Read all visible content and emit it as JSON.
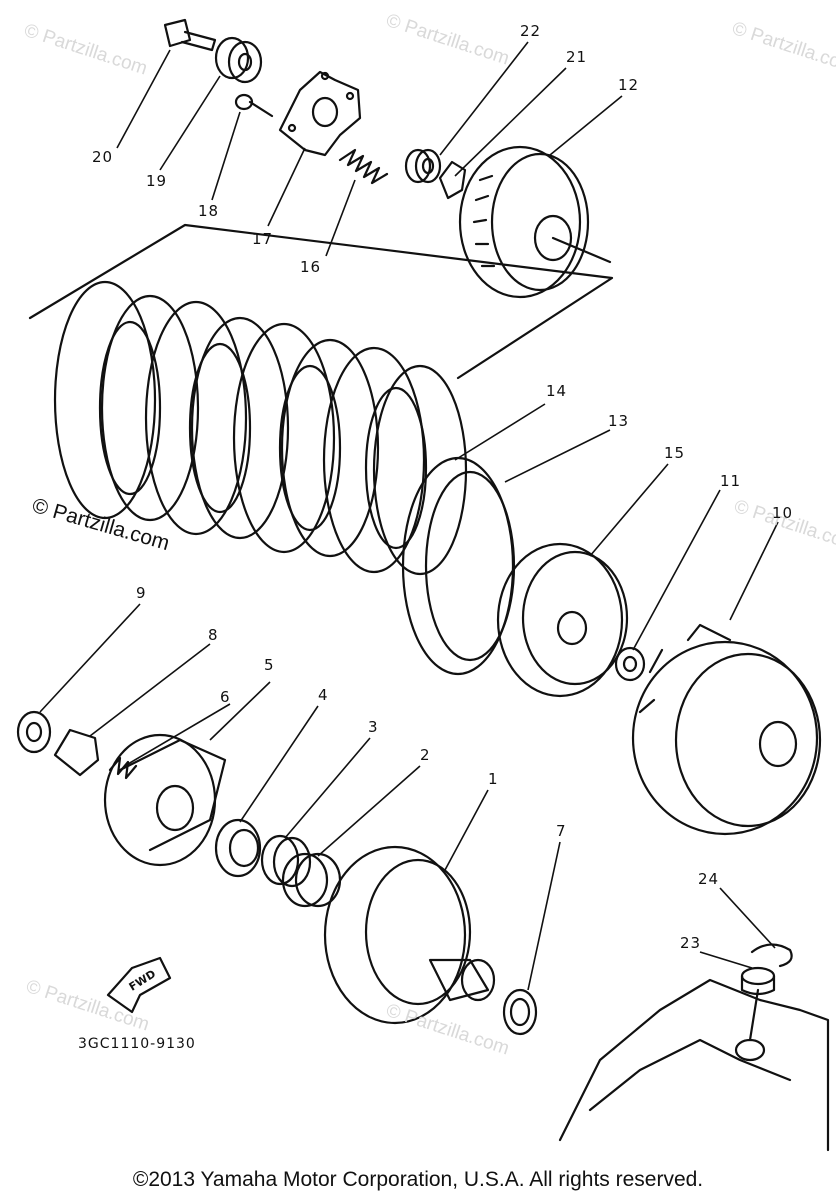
{
  "diagram_code": "3GC1110-9130",
  "copyright": "©2013 Yamaha Motor Corporation, U.S.A. All rights reserved.",
  "brand_watermark": "© Partzilla.com",
  "fwd_label": "FWD",
  "part_labels": [
    "1",
    "2",
    "3",
    "4",
    "5",
    "6",
    "7",
    "8",
    "9",
    "10",
    "11",
    "12",
    "13",
    "14",
    "15",
    "16",
    "17",
    "18",
    "19",
    "20",
    "21",
    "22",
    "23",
    "24"
  ]
}
